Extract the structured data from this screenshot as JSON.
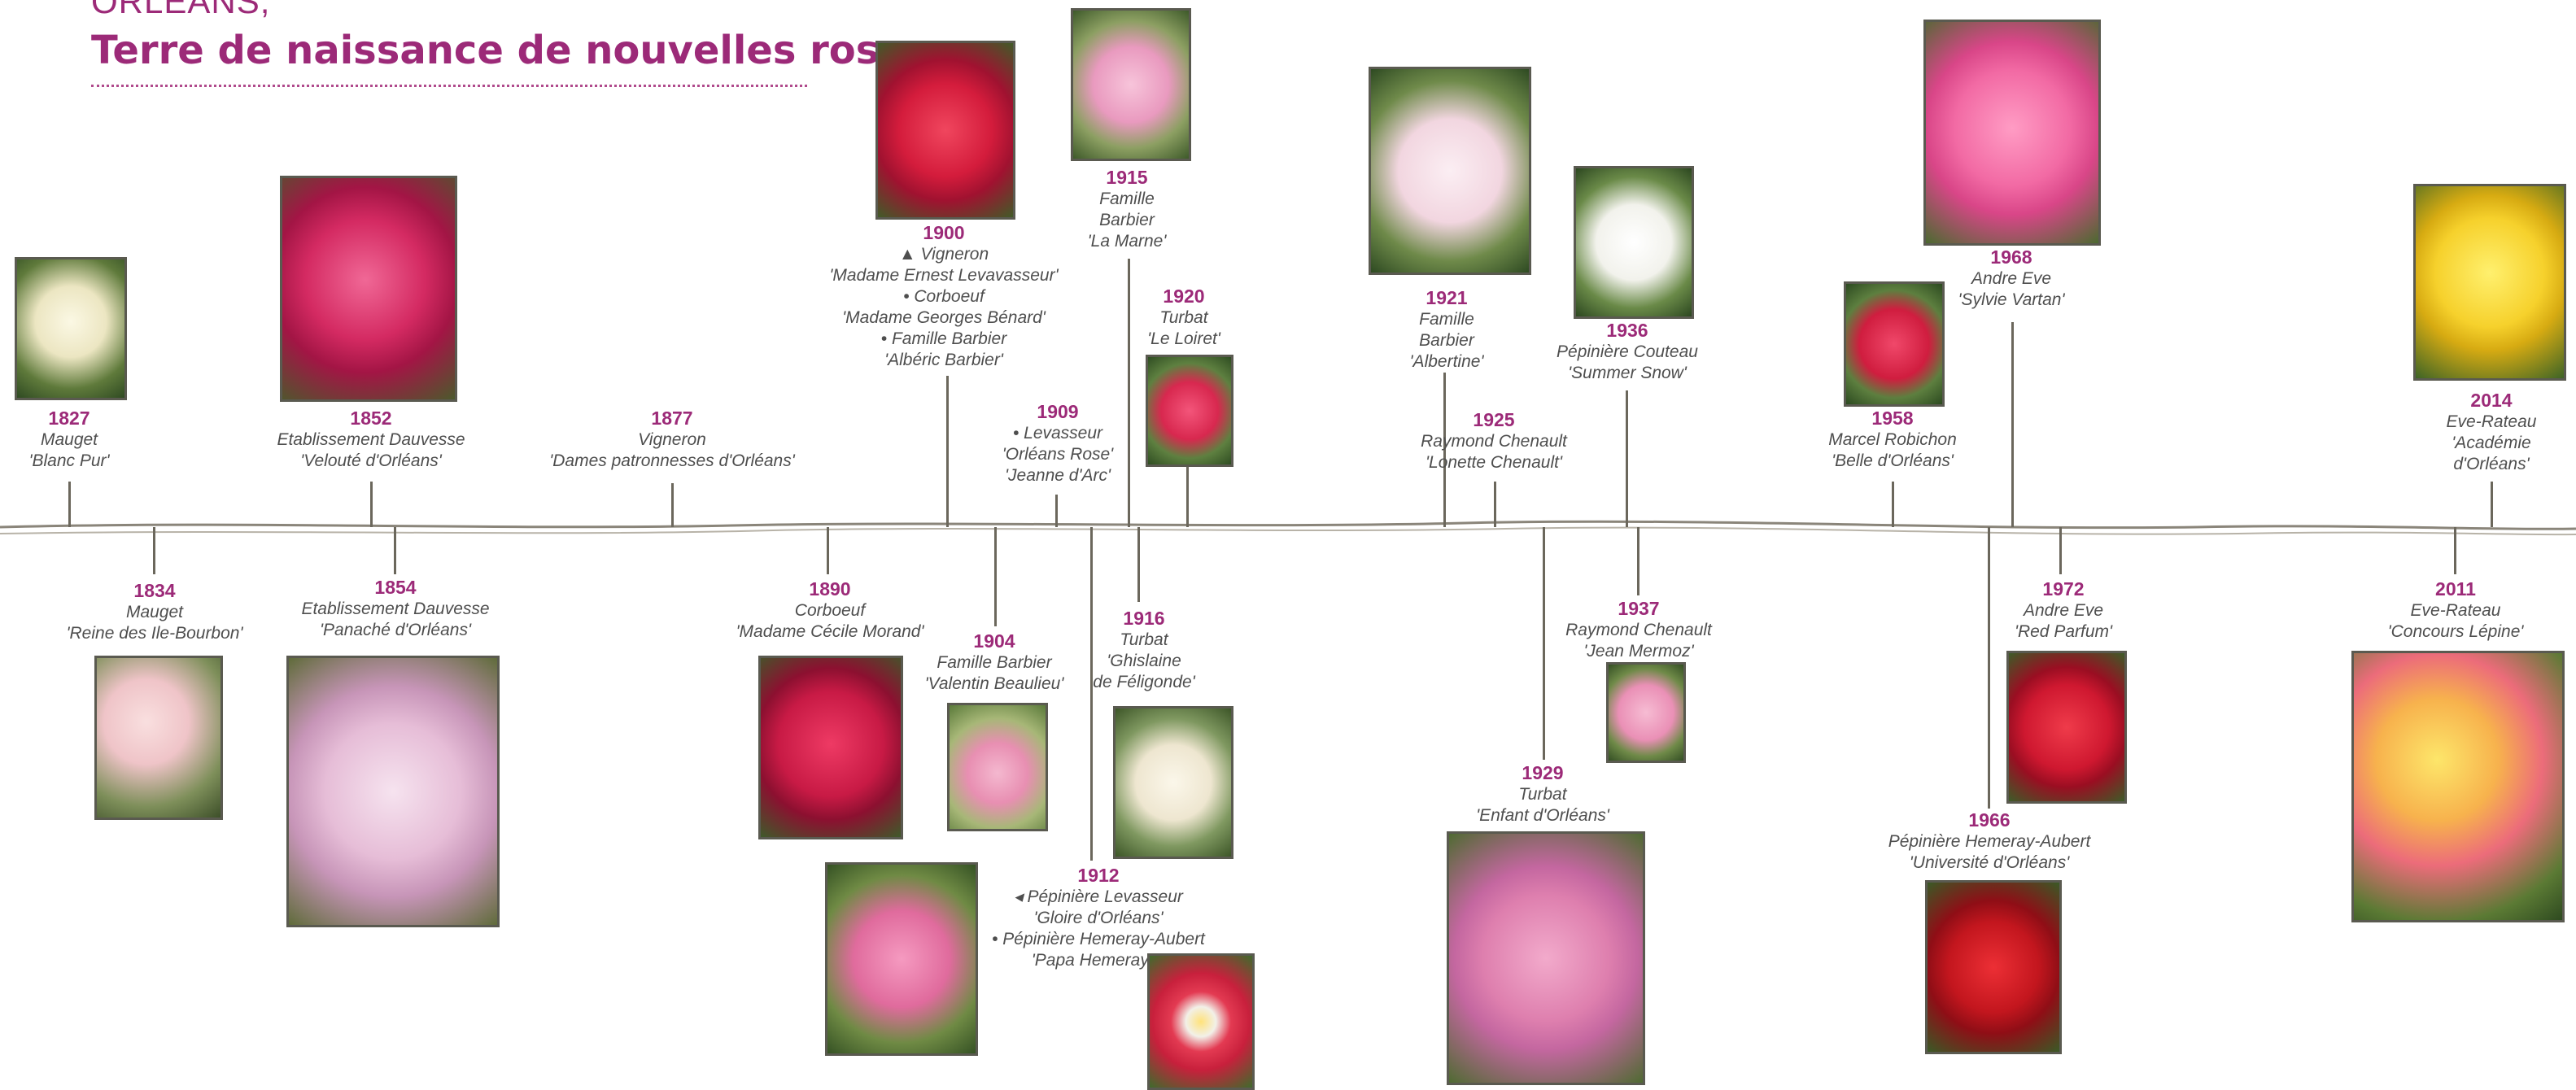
{
  "header": {
    "line1": "ORLÉANS,",
    "line2": "Terre de naissance de nouvelles roses"
  },
  "colors": {
    "accent": "#9c2a78",
    "text": "#4e4e4e",
    "line": "#6b675c",
    "frame": "#5a5a50"
  },
  "events": {
    "e1827": {
      "year": "1827",
      "lines": [
        "Mauget",
        "'Blanc Pur'"
      ]
    },
    "e1834": {
      "year": "1834",
      "lines": [
        "Mauget",
        "'Reine des Ile-Bourbon'"
      ]
    },
    "e1852": {
      "year": "1852",
      "lines": [
        "Etablissement Dauvesse",
        "'Velouté d'Orléans'"
      ]
    },
    "e1854": {
      "year": "1854",
      "lines": [
        "Etablissement Dauvesse",
        "'Panaché d'Orléans'"
      ]
    },
    "e1877": {
      "year": "1877",
      "lines": [
        "Vigneron",
        "'Dames patronnesses d'Orléans'"
      ]
    },
    "e1890": {
      "year": "1890",
      "lines": [
        "Corboeuf",
        "'Madame Cécile Morand'"
      ]
    },
    "e1900": {
      "year": "1900",
      "lines": [
        "▲ Vigneron",
        "'Madame Ernest Levavasseur'",
        "• Corboeuf",
        "'Madame Georges Bénard'",
        "• Famille Barbier",
        "'Albéric Barbier'"
      ]
    },
    "e1904": {
      "year": "1904",
      "lines": [
        "Famille Barbier",
        "'Valentin Beaulieu'"
      ]
    },
    "e1909": {
      "year": "1909",
      "lines": [
        "• Levasseur",
        "'Orléans Rose'",
        "'Jeanne d'Arc'"
      ]
    },
    "e1912": {
      "year": "1912",
      "lines": [
        "◂ Pépinière Levasseur",
        "'Gloire d'Orléans'",
        "• Pépinière Hemeray-Aubert",
        "'Papa Hemeray' ▸"
      ]
    },
    "e1915": {
      "year": "1915",
      "lines": [
        "Famille",
        "Barbier",
        "'La Marne'"
      ]
    },
    "e1916": {
      "year": "1916",
      "lines": [
        "Turbat",
        "'Ghislaine",
        "de Féligonde'"
      ]
    },
    "e1920": {
      "year": "1920",
      "lines": [
        "Turbat",
        "'Le Loiret'"
      ]
    },
    "e1921": {
      "year": "1921",
      "lines": [
        "Famille",
        "Barbier",
        "'Albertine'"
      ]
    },
    "e1925": {
      "year": "1925",
      "lines": [
        "Raymond Chenault",
        "'Lonette Chenault'"
      ]
    },
    "e1929": {
      "year": "1929",
      "lines": [
        "Turbat",
        "'Enfant d'Orléans'"
      ]
    },
    "e1936": {
      "year": "1936",
      "lines": [
        "Pépinière Couteau",
        "'Summer Snow'"
      ]
    },
    "e1937": {
      "year": "1937",
      "lines": [
        "Raymond Chenault",
        "'Jean Mermoz'"
      ]
    },
    "e1958": {
      "year": "1958",
      "lines": [
        "Marcel Robichon",
        "'Belle d'Orléans'"
      ]
    },
    "e1966": {
      "year": "1966",
      "lines": [
        "Pépinière Hemeray-Aubert",
        "'Université d'Orléans'"
      ]
    },
    "e1968": {
      "year": "1968",
      "lines": [
        "Andre Eve",
        "'Sylvie Vartan'"
      ]
    },
    "e1972": {
      "year": "1972",
      "lines": [
        "Andre Eve",
        "'Red Parfum'"
      ]
    },
    "e2011": {
      "year": "2011",
      "lines": [
        "Eve-Rateau",
        "'Concours Lépine'"
      ]
    },
    "e2014": {
      "year": "2014",
      "lines": [
        "Eve-Rateau",
        "'Académie",
        "d'Orléans'"
      ]
    }
  }
}
